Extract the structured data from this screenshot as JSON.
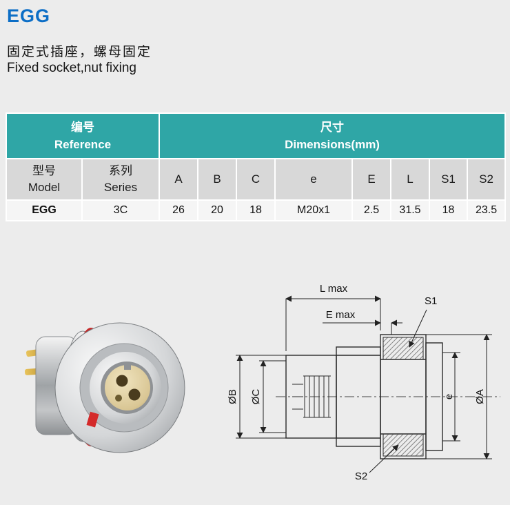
{
  "page": {
    "title": "EGG",
    "subtitle_cn": "固定式插座，螺母固定",
    "subtitle_en": "Fixed socket,nut fixing"
  },
  "colors": {
    "header_teal": "#2fa6a6",
    "title_blue": "#0c6ec6",
    "seal_red": "#c62828",
    "insert_cream": "#d9c694",
    "pin_gold": "#c99a33"
  },
  "table": {
    "group_headers": [
      {
        "cn": "编号",
        "en": "Reference"
      },
      {
        "cn": "尺寸",
        "en": "Dimensions(mm)"
      }
    ],
    "sub_headers": [
      {
        "cn": "型号",
        "en": "Model"
      },
      {
        "cn": "系列",
        "en": "Series"
      },
      {
        "label": "A"
      },
      {
        "label": "B"
      },
      {
        "label": "C"
      },
      {
        "label": "e"
      },
      {
        "label": "E"
      },
      {
        "label": "L"
      },
      {
        "label": "S1"
      },
      {
        "label": "S2"
      }
    ],
    "rows": [
      [
        "EGG",
        "3C",
        "26",
        "20",
        "18",
        "M20x1",
        "2.5",
        "31.5",
        "18",
        "23.5"
      ]
    ]
  },
  "drawing": {
    "labels": {
      "l_max": "L max",
      "e_max": "E max",
      "s1": "S1",
      "s2": "S2",
      "dia_b": "ØB",
      "dia_c": "ØC",
      "e": "e",
      "dia_a": "ØA"
    }
  }
}
